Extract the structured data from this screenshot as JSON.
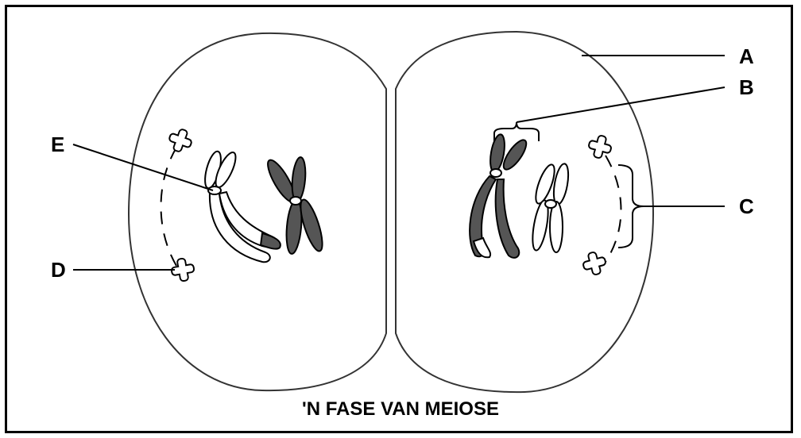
{
  "labels": {
    "a": "A",
    "b": "B",
    "c": "C",
    "d": "D",
    "e": "E"
  },
  "caption": "'N FASE VAN MEIOSE",
  "colors": {
    "outline": "#000000",
    "dark_chromatid": "#555555",
    "light_chromatid": "#ffffff"
  },
  "icons": [
    "centriole-icon"
  ]
}
